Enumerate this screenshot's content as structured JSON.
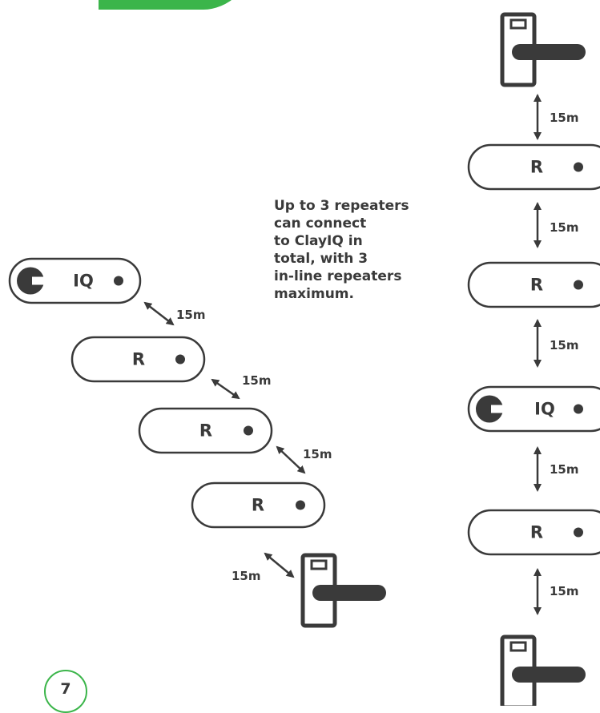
{
  "caption": "Up to 3 repeaters\ncan connect\nto ClayIQ in\ntotal, with 3\nin-line repeaters\nmaximum.",
  "labels": {
    "distance": "15m",
    "repeater": "R",
    "hub": "IQ"
  },
  "page_number": "7",
  "colors": {
    "brand_green": "#3bb54a",
    "ink": "#3a3a3a",
    "background": "#ffffff"
  },
  "icons": [
    "clay-c-logo-icon",
    "status-dot-icon",
    "double-arrow-icon",
    "door-handle-icon"
  ]
}
